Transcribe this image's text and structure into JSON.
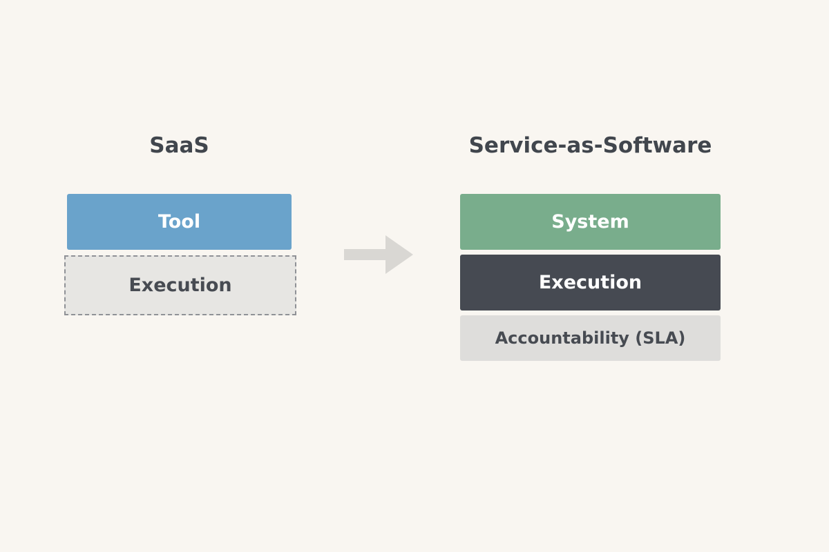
{
  "left_panel": {
    "heading": "SaaS",
    "blocks": [
      {
        "label": "Tool",
        "color": "#6aa3cb"
      },
      {
        "label": "Execution",
        "color": "#e7e6e3"
      }
    ]
  },
  "right_panel": {
    "heading": "Service-as-Software",
    "blocks": [
      {
        "label": "System",
        "color": "#79ad8c"
      },
      {
        "label": "Execution",
        "color": "#464a52"
      },
      {
        "label": "Accountability (SLA)",
        "color": "#dedddb"
      }
    ]
  },
  "connector": {
    "icon": "arrow-right-icon",
    "color": "#d9d7d3"
  },
  "background_color": "#f9f6f1"
}
